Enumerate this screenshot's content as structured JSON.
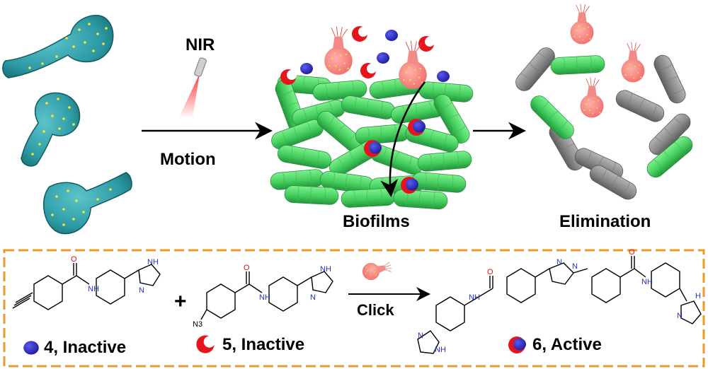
{
  "labels": {
    "nir": "NIR",
    "motion": "Motion",
    "biofilms": "Biofilms",
    "elimination": "Elimination",
    "click": "Click",
    "plus": "+"
  },
  "legend": {
    "compound4": "4, Inactive",
    "compound5": "5, Inactive",
    "compound6": "6, Active"
  },
  "atoms": {
    "oxygen": "O",
    "nitrogen": "N",
    "nh": "NH",
    "n_h": "H",
    "n3": "N3"
  },
  "colors": {
    "micromotor": "#2c9aa3",
    "micromotor_edge": "#0e5a60",
    "particle": "#f5e33a",
    "bacteria_live": "#4cd964",
    "bacteria_live_dark": "#2ea84a",
    "bacteria_dead": "#8c8c8c",
    "red_crescent": "#e8141c",
    "blue_sphere": "#2b2bc4",
    "bulb": "#f47a7a",
    "frame": "#e89a2c",
    "heteroatom_n": "#2233cc",
    "heteroatom_o": "#dd1111"
  },
  "icons": [
    "micromotor-icon",
    "laser-pointer-icon",
    "bacteria-icon",
    "red-crescent-icon",
    "blue-sphere-icon",
    "bulb-motor-icon"
  ]
}
